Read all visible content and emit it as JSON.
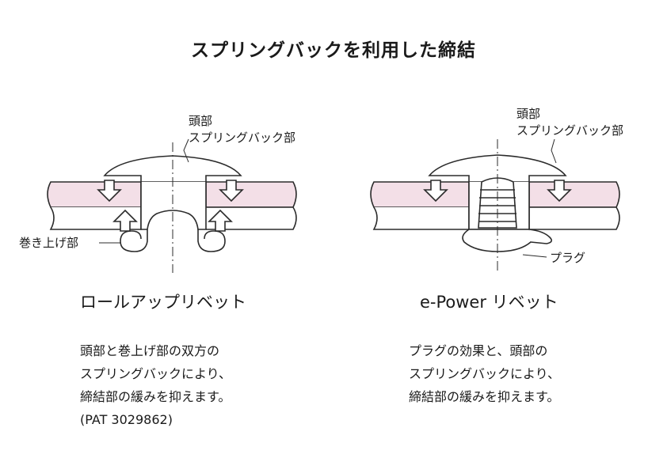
{
  "title": "スプリングバックを利用した締結",
  "left": {
    "callout_head": "頭部",
    "callout_spring": "スプリングバック部",
    "callout_roll": "巻き上げ部",
    "name": "ロールアップリベット",
    "desc": [
      "頭部と巻上げ部の双方の",
      "スプリングバックにより、",
      "締結部の緩みを抑えます。",
      "(PAT 3029862)"
    ]
  },
  "right": {
    "callout_head": "頭部",
    "callout_spring": "スプリングバック部",
    "callout_plug": "プラグ",
    "name": "e-Power リベット",
    "desc": [
      "プラグの効果と、頭部の",
      "スプリングバックにより、",
      "締結部の緩みを抑えます。"
    ]
  },
  "colors": {
    "plate": "#f3dfe7",
    "line": "#2b2b2b",
    "text": "#1a1a1a"
  }
}
